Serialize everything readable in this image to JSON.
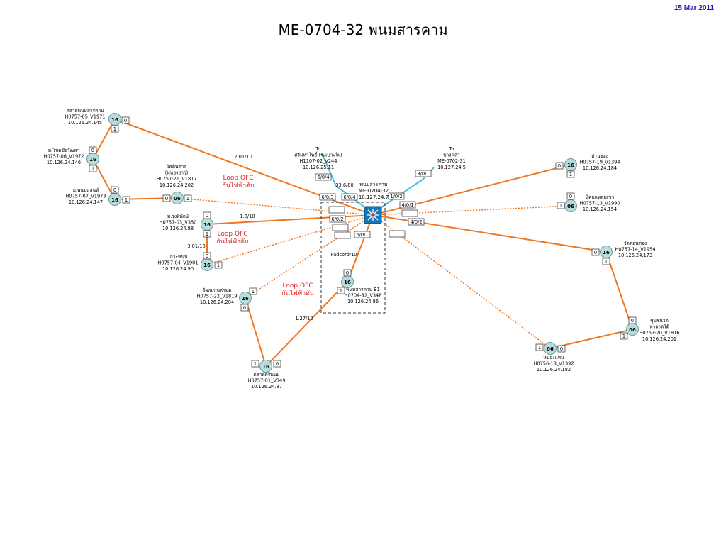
{
  "header": {
    "date": "15 Mar 2011",
    "title": "ME-0704-32 พนมสารคาม"
  },
  "colors": {
    "fiber": "#ee7722",
    "uplink": "#40c0dc",
    "node_fill": "#b8dcdc",
    "node_stroke": "#6a9a9a",
    "loop_label": "#e02020",
    "date": "#1a1aa0"
  },
  "hub": {
    "name": "พนมสารคาม",
    "code": "ME-0704-32",
    "ip": "10.127.24.7"
  },
  "nodes": [
    {
      "id": "n1",
      "value": "16",
      "lines": [
        "ตลาดพนมสารคาม",
        "H0757-05_V1971",
        "10.126.24.145"
      ]
    },
    {
      "id": "n2",
      "value": "16",
      "lines": [
        "ม.โชคชัยวัฒลา",
        "H0757-06_V1972",
        "10.126.24.146"
      ]
    },
    {
      "id": "n3",
      "value": "16",
      "lines": [
        "ม.พนมแลนด์",
        "H0757-07_V1973",
        "10.126.24.147"
      ]
    },
    {
      "id": "n4",
      "value": "06",
      "lines": [
        "วัดต้นตาล",
        "(หนองยาว)",
        "H0757-21_V1817",
        "10.126.24.202"
      ]
    },
    {
      "id": "n5",
      "value": "16",
      "lines": [
        "ม.รุ่งทิพักษ์",
        "H0757-03_V350",
        "10.126.24.88"
      ]
    },
    {
      "id": "n6",
      "value": "16",
      "lines": [
        "เกาะขนุน",
        "H0757-04_V1901",
        "10.126.24.90"
      ]
    },
    {
      "id": "n7",
      "value": "16",
      "lines": [
        "วัฒนาเพล่ามค",
        "H0757-22_V1819",
        "10.126.24.204"
      ]
    },
    {
      "id": "n8",
      "value": "16",
      "lines": [
        "ตลาดศรีพนม",
        "H0757-01_V349",
        "10.126.24.87"
      ]
    },
    {
      "id": "n9",
      "value": "16",
      "lines": [
        "พนมสารคาม B1",
        "H0704-32_V348",
        "10.126.24.86"
      ]
    },
    {
      "id": "n10",
      "value": "16",
      "lines": [
        "ปานช่อง",
        "H0757-19_V1394",
        "10.126.24.184"
      ]
    },
    {
      "id": "n11",
      "value": "06",
      "lines": [
        "นิคมแหลมเขา",
        "H0757-13_V1990",
        "10.126.24.154"
      ]
    },
    {
      "id": "n12",
      "value": "16",
      "lines": [
        "วัดดอนทอง",
        "H0757-14_V1954",
        "10.126.24.173"
      ]
    },
    {
      "id": "n13",
      "value": "06",
      "lines": [
        "ชุมชนวัด",
        "ท่าลาดใต้",
        "H0757-20_V1816",
        "10.126.24.201"
      ]
    },
    {
      "id": "n14",
      "value": "06",
      "lines": [
        "หนองแหน",
        "H0756-13_V1392",
        "10.126.24.182"
      ]
    }
  ],
  "uplinks": [
    {
      "id": "u1",
      "lines": [
        "To",
        "ศรีมหาโพธิ์ (ระเบาะไผ่)",
        "H1107-02_V244",
        "10.126.25.11"
      ]
    },
    {
      "id": "u2",
      "lines": [
        "To",
        "บางคล้า",
        "ME-0702-31",
        "10.127.24.5"
      ]
    }
  ],
  "ports": {
    "hub": [
      "6/0/3",
      "6/0/4",
      "1/0/2",
      "4/0/1",
      "6/0/2",
      "4/0/2",
      "6/0/1"
    ],
    "uplink_1": "6/0/4",
    "uplink_2": "3/0/1"
  },
  "small_ports": [
    "0",
    "1",
    "0",
    "1",
    "0",
    "1",
    "0",
    "1",
    "0",
    "1",
    "0",
    "1",
    "1",
    "0",
    "1",
    "0",
    "0",
    "1",
    "0",
    "1",
    "0",
    "1",
    "0",
    "1",
    "1",
    "0",
    "0",
    "1"
  ],
  "link_labels": [
    "2.01/10",
    "1.8/10",
    "3.01/10",
    "33.6/80",
    "Padcord/10",
    "1.27/10"
  ],
  "loop_labels": [
    {
      "line1": "Loop OFC",
      "line2": "กันไฟฟ้าดับ"
    },
    {
      "line1": "Loop OFC",
      "line2": "กันไฟฟ้าดับ"
    },
    {
      "line1": "Loop OFC",
      "line2": "กันไฟฟ้าดับ"
    }
  ]
}
